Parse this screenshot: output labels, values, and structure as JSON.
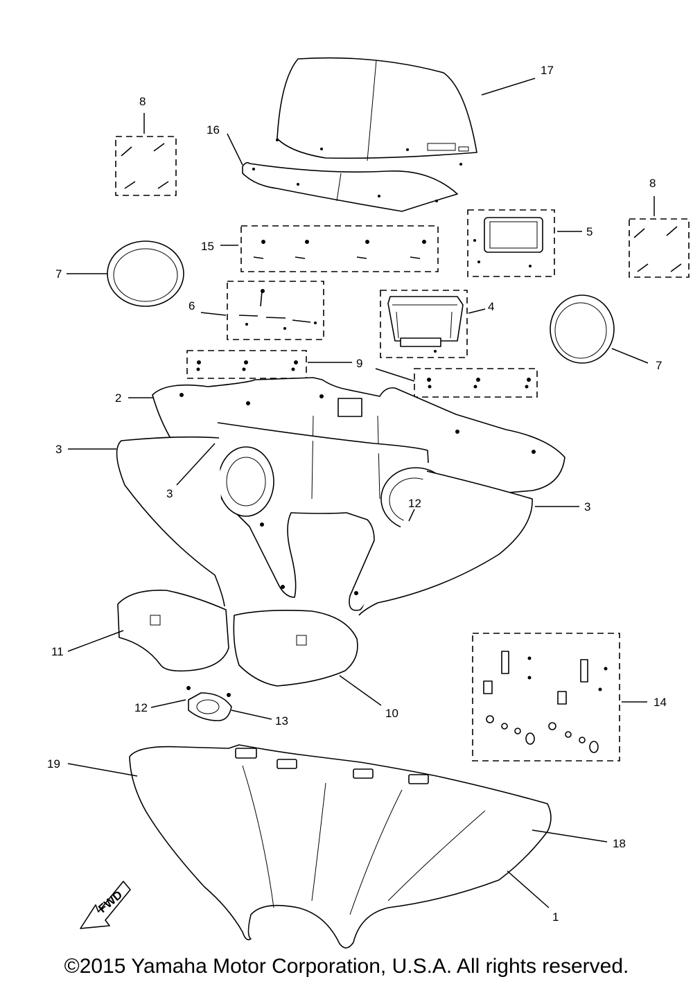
{
  "callouts": [
    {
      "id": "c1",
      "label": "1"
    },
    {
      "id": "c2",
      "label": "2"
    },
    {
      "id": "c3a",
      "label": "3"
    },
    {
      "id": "c3b",
      "label": "3"
    },
    {
      "id": "c3c",
      "label": "3"
    },
    {
      "id": "c4",
      "label": "4"
    },
    {
      "id": "c5",
      "label": "5"
    },
    {
      "id": "c6",
      "label": "6"
    },
    {
      "id": "c7a",
      "label": "7"
    },
    {
      "id": "c7b",
      "label": "7"
    },
    {
      "id": "c8a",
      "label": "8"
    },
    {
      "id": "c8b",
      "label": "8"
    },
    {
      "id": "c9",
      "label": "9"
    },
    {
      "id": "c10",
      "label": "10"
    },
    {
      "id": "c11",
      "label": "11"
    },
    {
      "id": "c12a",
      "label": "12"
    },
    {
      "id": "c12b",
      "label": "12"
    },
    {
      "id": "c13",
      "label": "13"
    },
    {
      "id": "c14",
      "label": "14"
    },
    {
      "id": "c15",
      "label": "15"
    },
    {
      "id": "c16",
      "label": "16"
    },
    {
      "id": "c17",
      "label": "17"
    },
    {
      "id": "c18",
      "label": "18"
    },
    {
      "id": "c19",
      "label": "19"
    }
  ],
  "fwd_arrow_label": "FWD",
  "copyright": "©2015 Yamaha Motor Corporation, U.S.A. All rights reserved."
}
